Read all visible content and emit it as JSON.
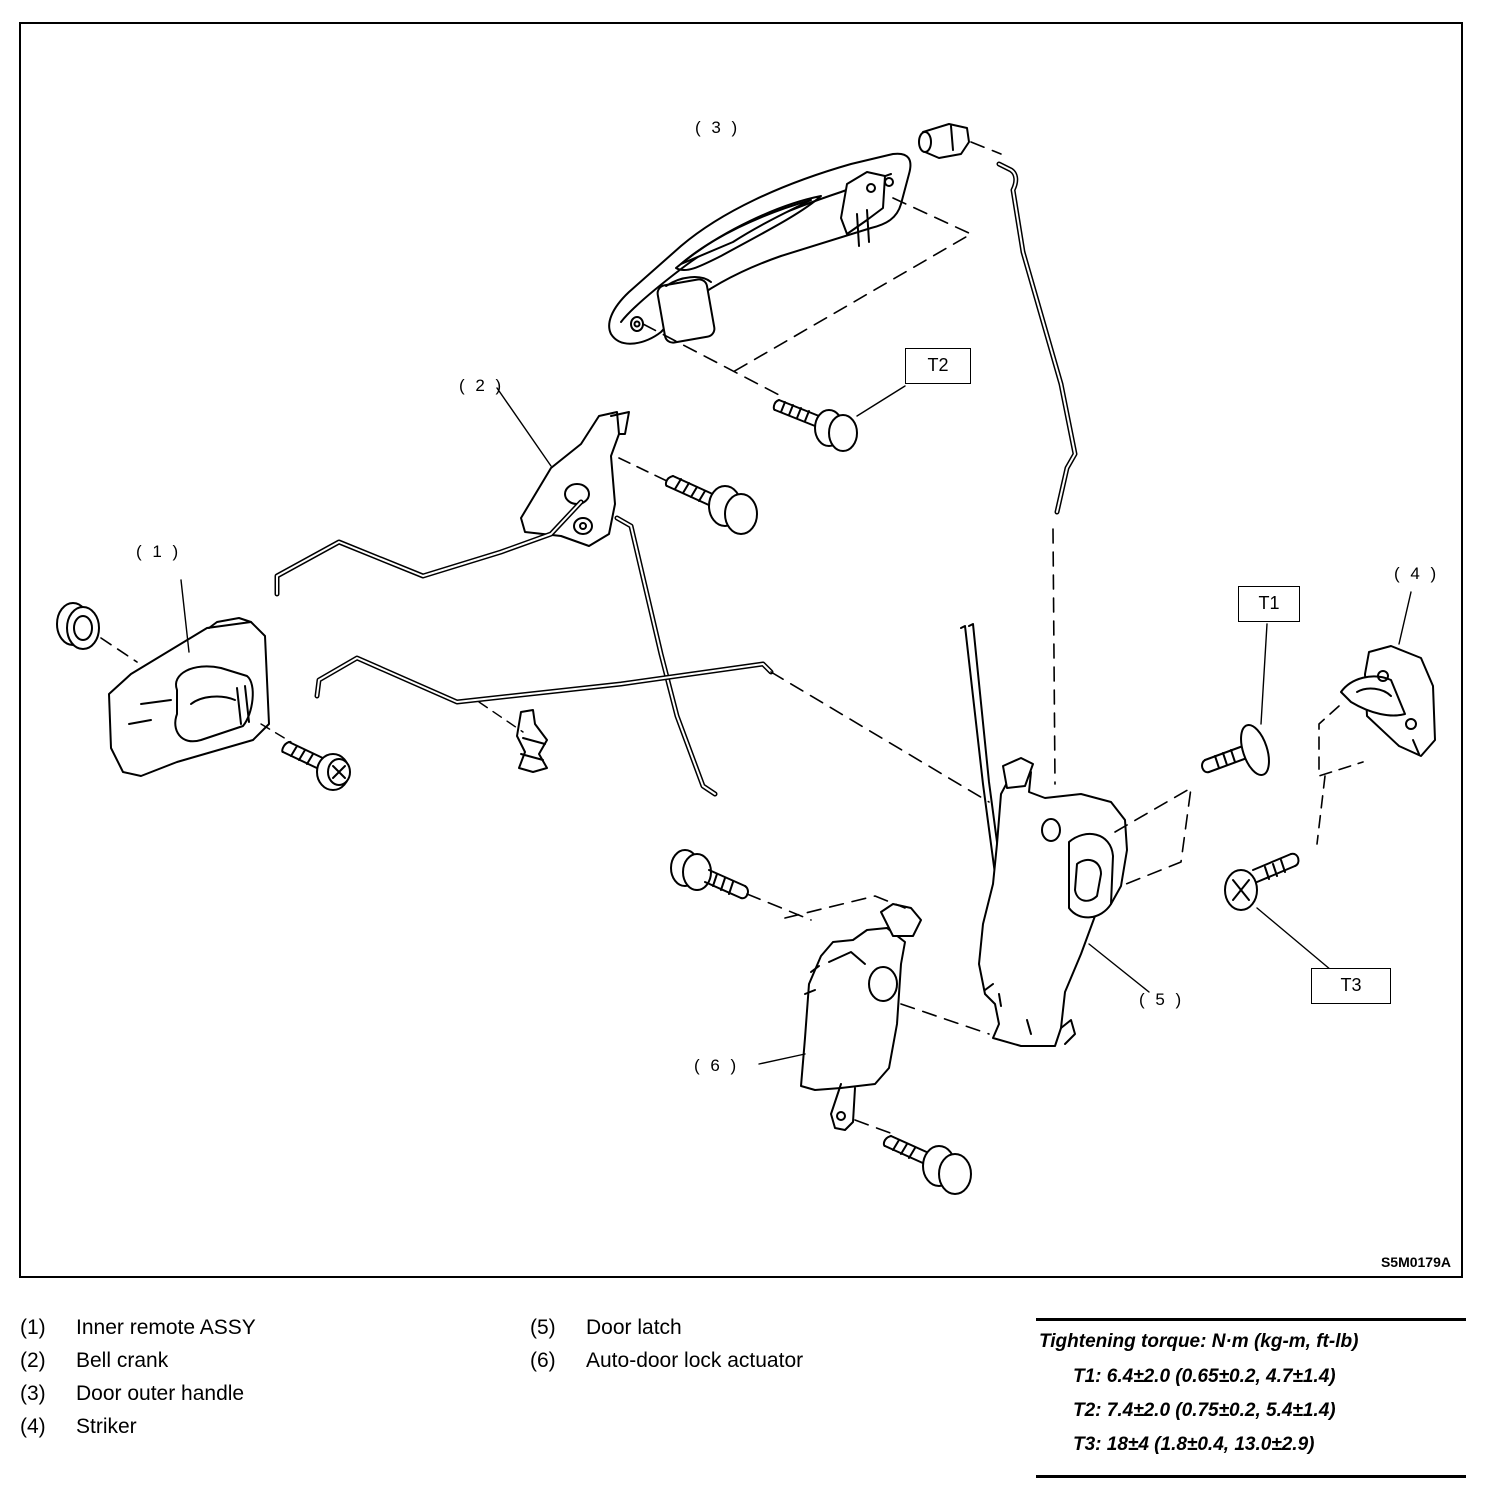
{
  "figure_id": "S5M0179A",
  "callouts": {
    "c1": "( 1 )",
    "c2": "( 2 )",
    "c3": "( 3 )",
    "c4": "( 4 )",
    "c5": "( 5 )",
    "c6": "( 6 )"
  },
  "torque_boxes": {
    "t1": "T1",
    "t2": "T2",
    "t3": "T3"
  },
  "legend": [
    {
      "num": "(1)",
      "label": "Inner remote ASSY"
    },
    {
      "num": "(2)",
      "label": "Bell crank"
    },
    {
      "num": "(3)",
      "label": "Door outer handle"
    },
    {
      "num": "(4)",
      "label": "Striker"
    },
    {
      "num": "(5)",
      "label": "Door latch"
    },
    {
      "num": "(6)",
      "label": "Auto-door lock actuator"
    }
  ],
  "torque": {
    "heading": "Tightening torque: N·m (kg-m, ft-lb)",
    "specs": [
      "T1: 6.4±2.0 (0.65±0.2, 4.7±1.4)",
      "T2: 7.4±2.0 (0.75±0.2, 5.4±1.4)",
      "T3: 18±4 (1.8±0.4, 13.0±2.9)"
    ]
  }
}
